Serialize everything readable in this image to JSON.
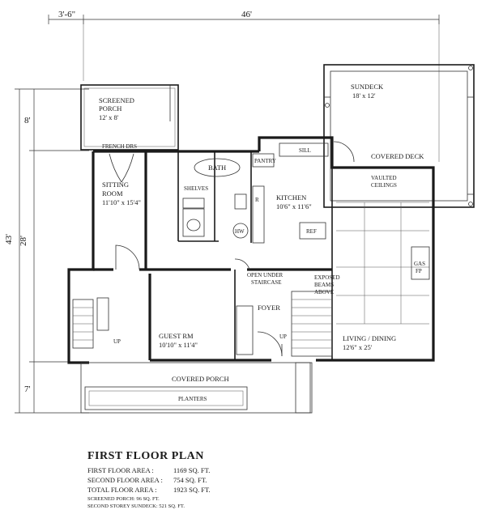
{
  "dimensions": {
    "top_left": "3'-6\"",
    "top_total": "46'",
    "left_total": "43'",
    "left_upper": "8'",
    "left_middle": "28'",
    "left_lower": "7'"
  },
  "rooms": {
    "sundeck_name": "SUNDECK",
    "sundeck_size": "18' x 12'",
    "screened_porch_name1": "SCREENED",
    "screened_porch_name2": "PORCH",
    "screened_porch_size": "12' x 8'",
    "french_doors": "FRENCH DRS",
    "sitting_room_name1": "SITTING",
    "sitting_room_name2": "ROOM",
    "sitting_room_size": "11'10\" x 15'4\"",
    "bath": "BATH",
    "shelves": "SHELVES",
    "pantry": "PANTRY",
    "sill": "SILL",
    "kitchen_name": "KITCHEN",
    "kitchen_size": "10'6\" x 11'6\"",
    "range": "R",
    "hot_water": "HW",
    "refrigerator": "REF",
    "covered_deck": "COVERED DECK",
    "vaulted1": "VAULTED",
    "vaulted2": "CEILINGS",
    "open_under1": "OPEN UNDER",
    "open_under2": "STAIRCASE",
    "exposed1": "EXPOSED",
    "exposed2": "BEAMS",
    "exposed3": "ABOVE",
    "gas_fp1": "GAS",
    "gas_fp2": "FP",
    "foyer": "FOYER",
    "up1": "UP",
    "up2": "UP",
    "guest_name": "GUEST RM",
    "guest_size": "10'10\" x 11'4\"",
    "living_name": "LIVING / DINING",
    "living_size": "12'6\" x 25'",
    "covered_porch": "COVERED PORCH",
    "planters": "PLANTERS"
  },
  "title": "FIRST FLOOR PLAN",
  "areas": [
    {
      "label": "FIRST FLOOR AREA :",
      "value": "1169 SQ. FT."
    },
    {
      "label": "SECOND FLOOR AREA :",
      "value": "754 SQ. FT."
    },
    {
      "label": "TOTAL FLOOR AREA :",
      "value": "1923 SQ. FT."
    }
  ],
  "notes": [
    "SCREENED PORCH: 96 SQ. FT.",
    "SECOND STOREY SUNDECK: 521 SQ. FT."
  ]
}
